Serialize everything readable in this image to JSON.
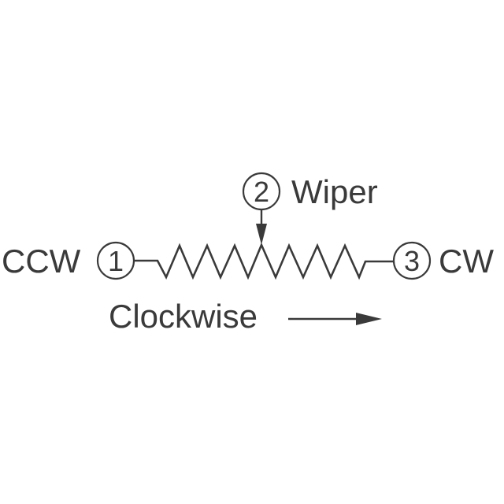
{
  "diagram": {
    "type": "potentiometer-schematic",
    "colors": {
      "stroke": "#3a3a3a",
      "background": "#ffffff"
    },
    "terminals": [
      {
        "number": "1",
        "label": "CCW"
      },
      {
        "number": "2",
        "label": "Wiper"
      },
      {
        "number": "3",
        "label": "CW"
      }
    ],
    "direction_label": "Clockwise"
  }
}
